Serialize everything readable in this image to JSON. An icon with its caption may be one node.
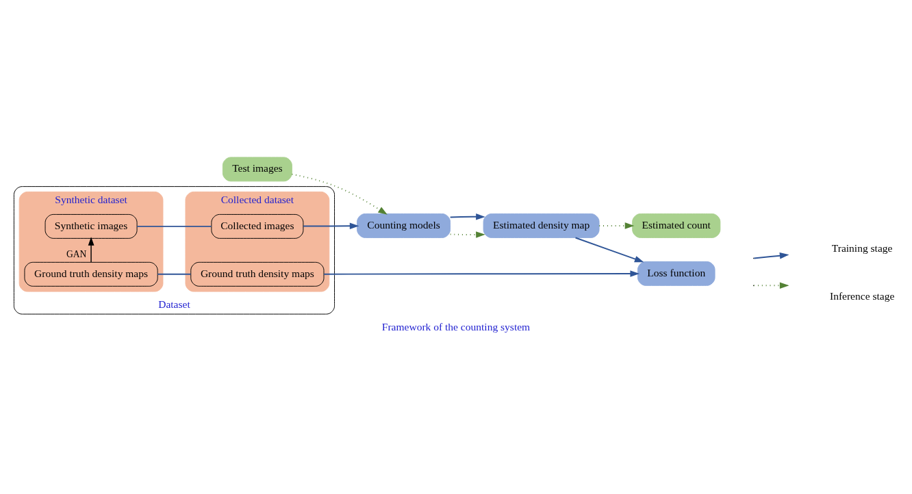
{
  "diagram": {
    "caption": "Framework of the counting system",
    "nodes": [
      {
        "text": [
          "Dataset"
        ]
      },
      {
        "text": [
          "Synthetic dataset"
        ],
        "in": 0
      },
      {
        "text": [
          "Synthetic images"
        ],
        "in": 1
      },
      {
        "text": [
          "Ground truth density maps"
        ],
        "in": 1
      },
      {
        "text": [
          "Collected dataset"
        ],
        "in": 0
      },
      {
        "text": [
          "Collected images"
        ],
        "in": 4
      },
      {
        "text": [
          "Ground truth density maps"
        ],
        "in": 4
      },
      {
        "text": [
          "Test images"
        ]
      },
      {
        "text": [
          "Estimated count"
        ]
      },
      {
        "text": [
          "Counting models"
        ]
      },
      {
        "text": [
          "Estimated density map"
        ]
      },
      {
        "text": [
          "Loss function"
        ]
      }
    ],
    "edges": [
      {
        "from": 3,
        "to": 2,
        "arrow": "to",
        "label": "GAN",
        "color": "#000000"
      },
      {
        "from": 2,
        "to": 5,
        "arrow": "none"
      },
      {
        "from": 5,
        "to": 9,
        "arrow": "to"
      },
      {
        "from": 7,
        "to": 9,
        "arrow": "to",
        "style": "dashed",
        "color": "#548235"
      },
      {
        "from": 9,
        "to": 10,
        "arrow": "to",
        "style": "dashed",
        "color": "#548235"
      },
      {
        "from": 9,
        "to": 10,
        "arrow": "to"
      },
      {
        "from": 10,
        "to": 8,
        "arrow": "to",
        "style": "dashed",
        "color": "#548235"
      },
      {
        "from": 10,
        "to": 11,
        "arrow": "to"
      },
      {
        "from": 3,
        "to": 6,
        "arrow": "none"
      },
      {
        "from": 6,
        "to": 11,
        "arrow": "to"
      }
    ],
    "legend": [
      {
        "text": "Training stage"
      },
      {
        "text": "Inference stage"
      }
    ]
  }
}
